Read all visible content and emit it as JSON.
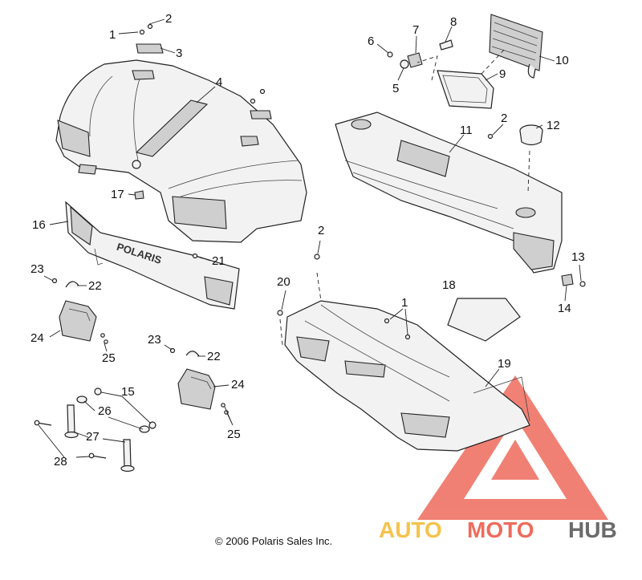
{
  "callouts": [
    {
      "id": "c1a",
      "text": "1"
    },
    {
      "id": "c2a",
      "text": "2"
    },
    {
      "id": "c3",
      "text": "3"
    },
    {
      "id": "c4",
      "text": "4"
    },
    {
      "id": "c5",
      "text": "5"
    },
    {
      "id": "c6",
      "text": "6"
    },
    {
      "id": "c7",
      "text": "7"
    },
    {
      "id": "c8",
      "text": "8"
    },
    {
      "id": "c9",
      "text": "9"
    },
    {
      "id": "c10",
      "text": "10"
    },
    {
      "id": "c11",
      "text": "11"
    },
    {
      "id": "c2b",
      "text": "2"
    },
    {
      "id": "c12",
      "text": "12"
    },
    {
      "id": "c17",
      "text": "17"
    },
    {
      "id": "c16",
      "text": "16"
    },
    {
      "id": "c21",
      "text": "21"
    },
    {
      "id": "c2c",
      "text": "2"
    },
    {
      "id": "c13",
      "text": "13"
    },
    {
      "id": "c23a",
      "text": "23"
    },
    {
      "id": "c22a",
      "text": "22"
    },
    {
      "id": "c20",
      "text": "20"
    },
    {
      "id": "c1b",
      "text": "1"
    },
    {
      "id": "c18",
      "text": "18"
    },
    {
      "id": "c14",
      "text": "14"
    },
    {
      "id": "c24a",
      "text": "24"
    },
    {
      "id": "c25a",
      "text": "25"
    },
    {
      "id": "c23b",
      "text": "23"
    },
    {
      "id": "c22b",
      "text": "22"
    },
    {
      "id": "c19",
      "text": "19"
    },
    {
      "id": "c15",
      "text": "15"
    },
    {
      "id": "c24b",
      "text": "24"
    },
    {
      "id": "c26",
      "text": "26"
    },
    {
      "id": "c27",
      "text": "27"
    },
    {
      "id": "c25b",
      "text": "25"
    },
    {
      "id": "c28",
      "text": "28"
    }
  ],
  "bumper_logo": "POLARIS",
  "copyright": "© 2006 Polaris Sales Inc.",
  "watermark": {
    "auto": "AUTO",
    "moto": "MOTO",
    "hub": "HUB",
    "color_auto": "#f5c24a",
    "color_moto": "#ef6b5c",
    "color_hub": "#6b6b6b",
    "color_triangle": "#ef6b5c"
  }
}
